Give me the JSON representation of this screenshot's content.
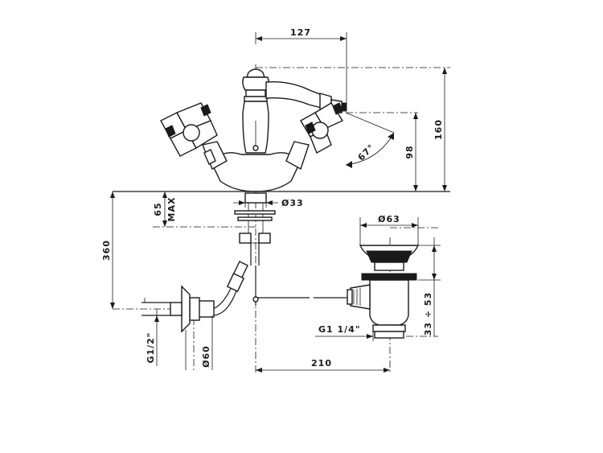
{
  "dimensions": {
    "top_width": "127",
    "height_total": "160",
    "spout_height": "98",
    "spout_angle": "67°",
    "hole_diameter": "Ø33",
    "deck_thickness": "65",
    "deck_max": "MAX",
    "supply_length": "360",
    "waste_diameter": "Ø63",
    "waste_adjust": "33 ÷ 53",
    "waste_thread": "G1 1/4\"",
    "supply_thread": "G1/2\"",
    "escutcheon_diameter": "Ø60",
    "waste_distance": "210"
  },
  "icons": {
    "faucet": "bidet-mixer-outline",
    "waste": "pop-up-waste-outline"
  }
}
